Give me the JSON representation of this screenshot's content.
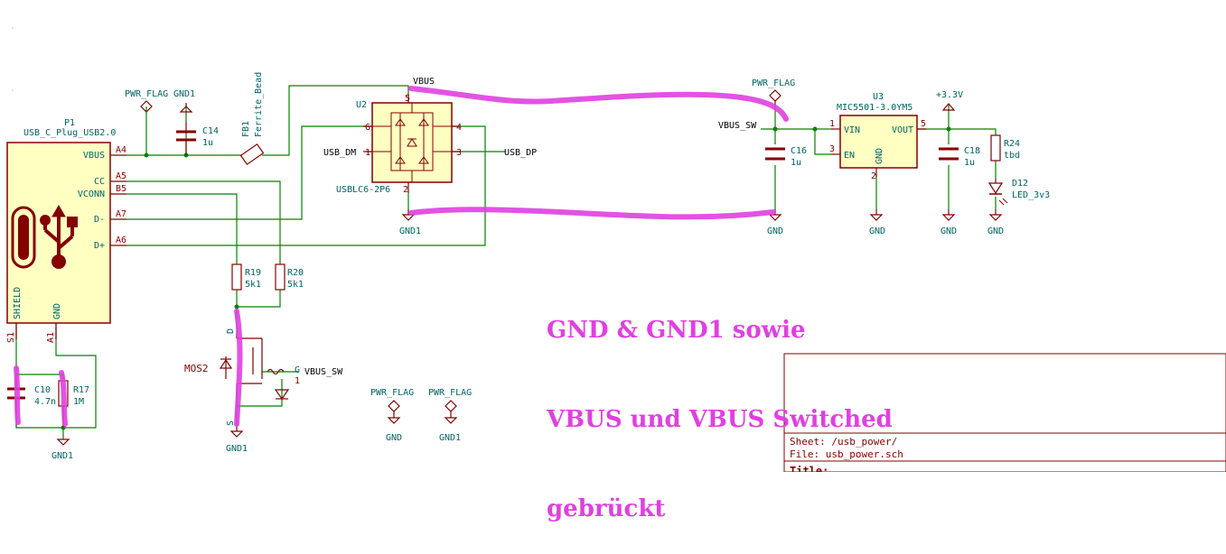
{
  "colors": {
    "wire": "#008400",
    "part": "#840000",
    "text": "#006464",
    "fill": "#ffffc2",
    "pin": "#840000",
    "highlight": "#e040e0",
    "label": "#000000"
  },
  "p1": {
    "ref": "P1",
    "value": "USB_C_Plug_USB2.0",
    "pins": {
      "vbus": "VBUS",
      "cc": "CC",
      "vconn": "VCONN",
      "dm": "D-",
      "dp": "D+",
      "shield": "SHIELD",
      "gnd": "GND"
    },
    "pinnums": {
      "a4": "A4",
      "a5": "A5",
      "b5": "B5",
      "a7": "A7",
      "a6": "A6",
      "s1": "S1",
      "a1": "A1"
    }
  },
  "pwrflag1": "PWR_FLAG",
  "gnd1_top": "GND1",
  "c14": {
    "ref": "C14",
    "value": "1u"
  },
  "fb1": {
    "ref": "FB1",
    "value": "Ferrite_Bead"
  },
  "vbus_label": "VBUS",
  "u2": {
    "ref": "U2",
    "value": "USBLC6-2P6",
    "pin6": "6",
    "pin4": "4",
    "pin1": "1",
    "pin3": "3",
    "pin5": "5",
    "pin2": "2"
  },
  "usb_dm": "USB_DM",
  "usb_dp": "USB_DP",
  "gnd1_u2": "GND1",
  "pwrflag2": "PWR_FLAG",
  "vbus_sw": "VBUS_SW",
  "c16": {
    "ref": "C16",
    "value": "1u"
  },
  "gnd_c16": "GND",
  "u3": {
    "ref": "U3",
    "value": "MIC5501-3.0YM5",
    "vin": "VIN",
    "en": "EN",
    "vout": "VOUT",
    "gnd": "GND",
    "p1": "1",
    "p3": "3",
    "p5": "5",
    "p2": "2"
  },
  "gnd_u3": "GND",
  "v33": "+3.3V",
  "c18": {
    "ref": "C18",
    "value": "1u"
  },
  "gnd_c18": "GND",
  "r24": {
    "ref": "R24",
    "value": "tbd"
  },
  "d12": {
    "ref": "D12",
    "value": "LED_3v3"
  },
  "gnd_led": "GND",
  "r19": {
    "ref": "R19",
    "value": "5k1"
  },
  "r20": {
    "ref": "R20",
    "value": "5k1"
  },
  "mos2": {
    "ref": "MOS2",
    "g": "G",
    "pin1": "1",
    "d": "D",
    "s": "S"
  },
  "vbus_sw2": "VBUS_SW",
  "gnd1_mos": "GND1",
  "c10": {
    "ref": "C10",
    "value": "4.7n"
  },
  "r17": {
    "ref": "R17",
    "value": "1M"
  },
  "gnd1_bottom": "GND1",
  "pwrflag3": "PWR_FLAG",
  "gnd_flag3": "GND",
  "pwrflag4": "PWR_FLAG",
  "gnd1_flag4": "GND1",
  "annotation": {
    "line1": "GND & GND1 sowie",
    "line2": "VBUS und VBUS Switched",
    "line3": "gebrückt"
  },
  "titleblock": {
    "sheet": "Sheet: /usb_power/",
    "file": "File: usb_power.sch",
    "title": "Title:"
  }
}
